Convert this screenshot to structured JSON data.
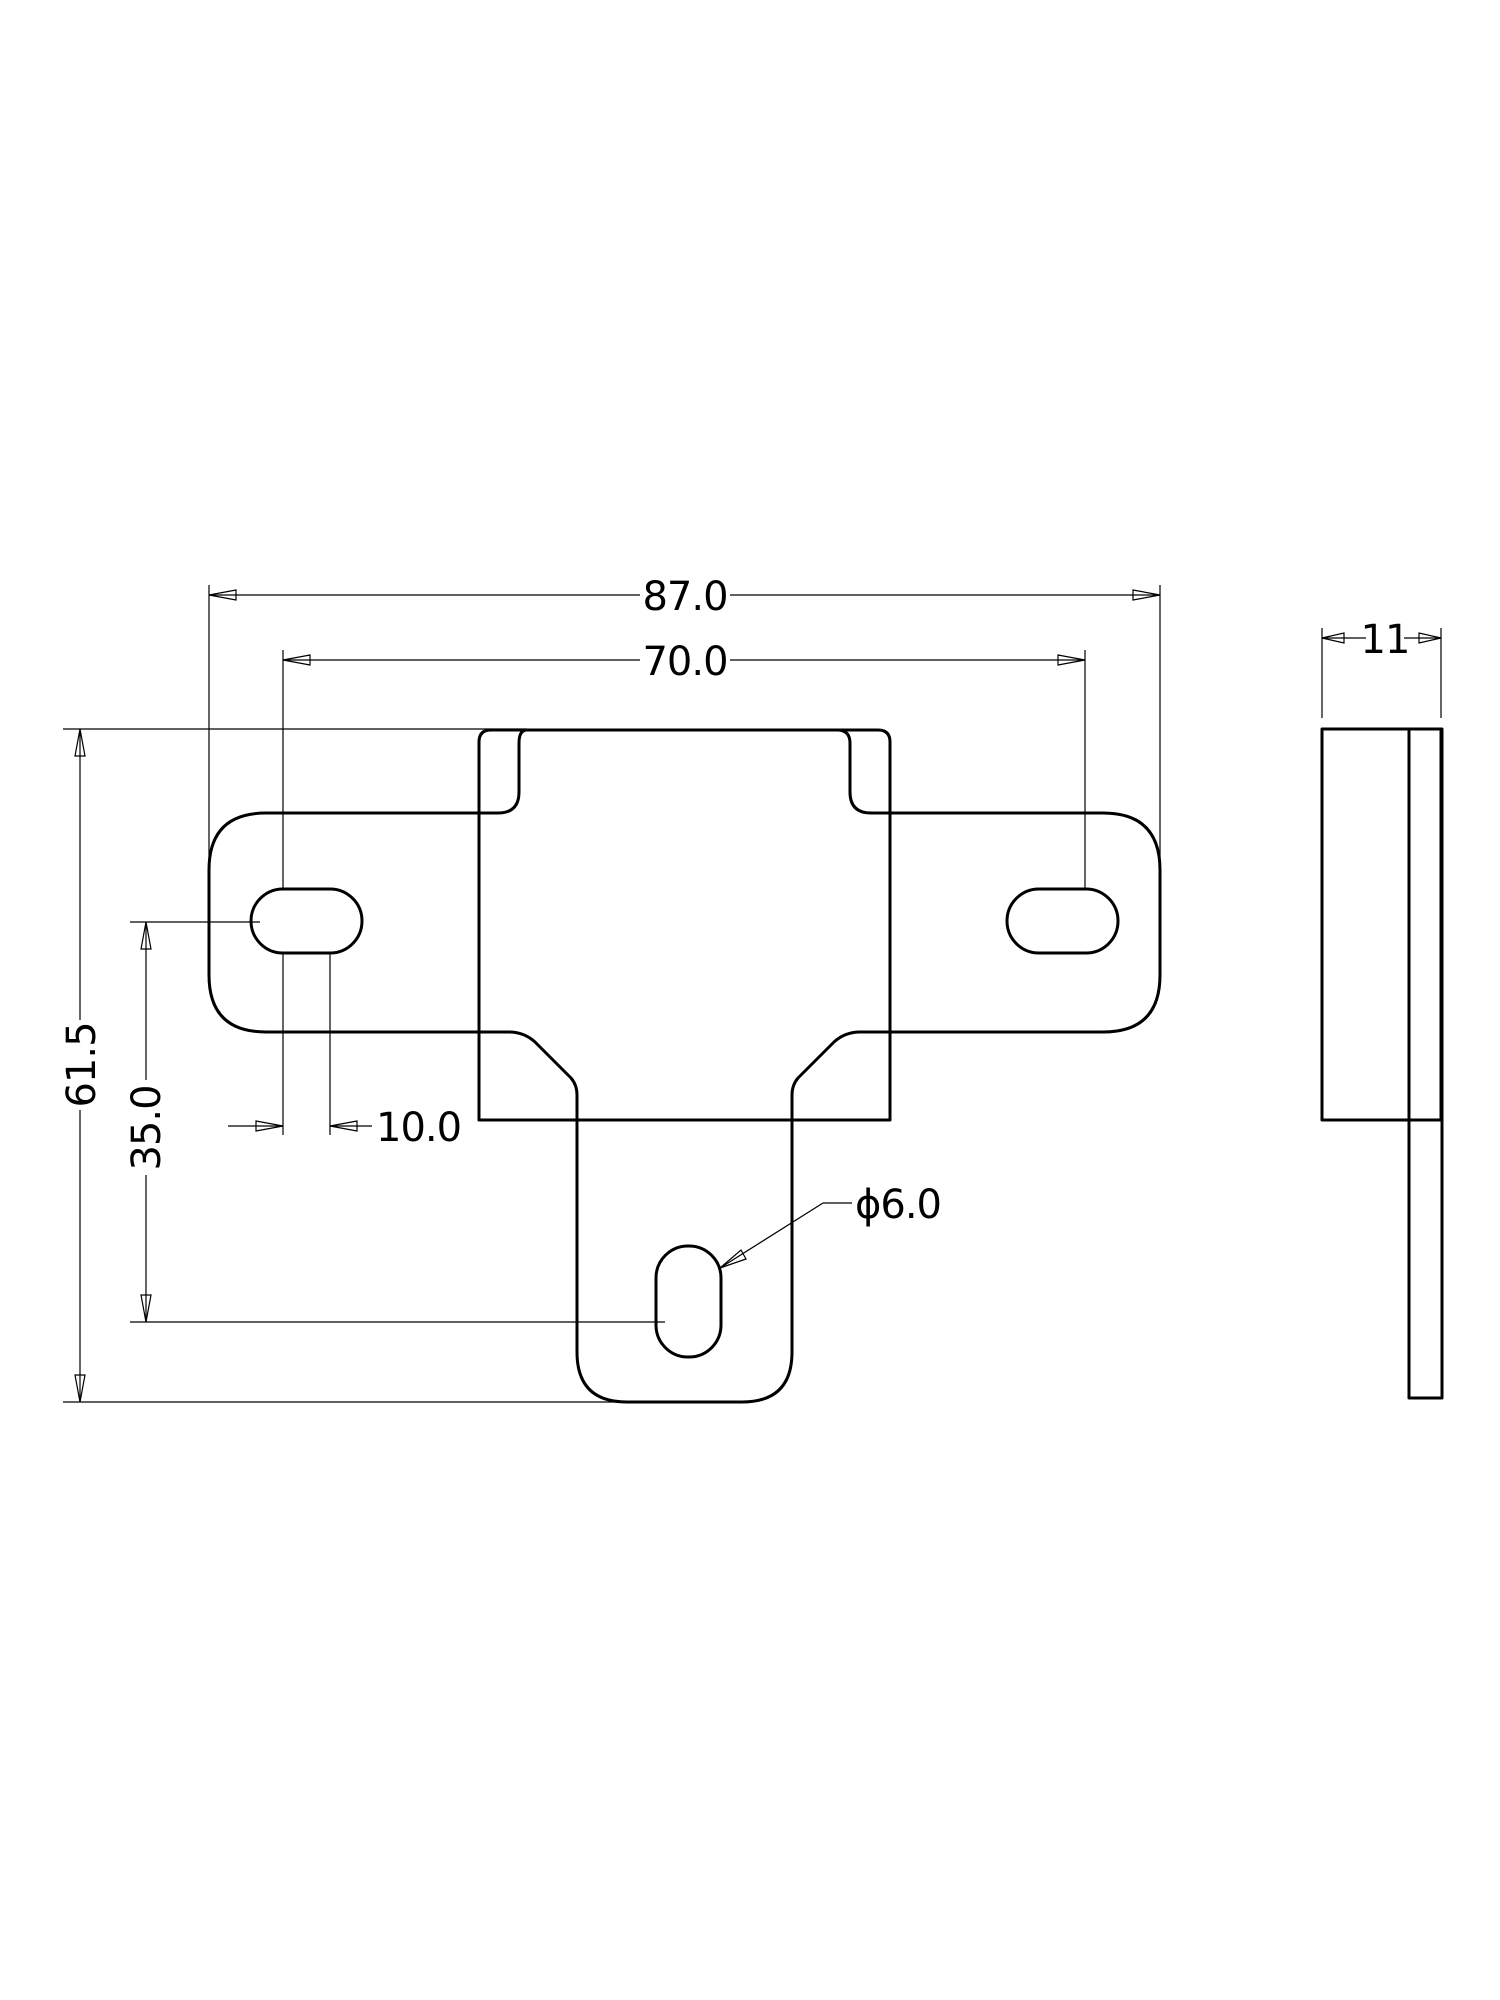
{
  "drawing": {
    "dimensions": {
      "overall_width": "87.0",
      "hole_spacing": "70.0",
      "overall_height": "61.5",
      "hole_to_slot": "35.0",
      "slot_length": "10.0",
      "hole_diameter": "ϕ6.0",
      "thickness": "11"
    }
  }
}
